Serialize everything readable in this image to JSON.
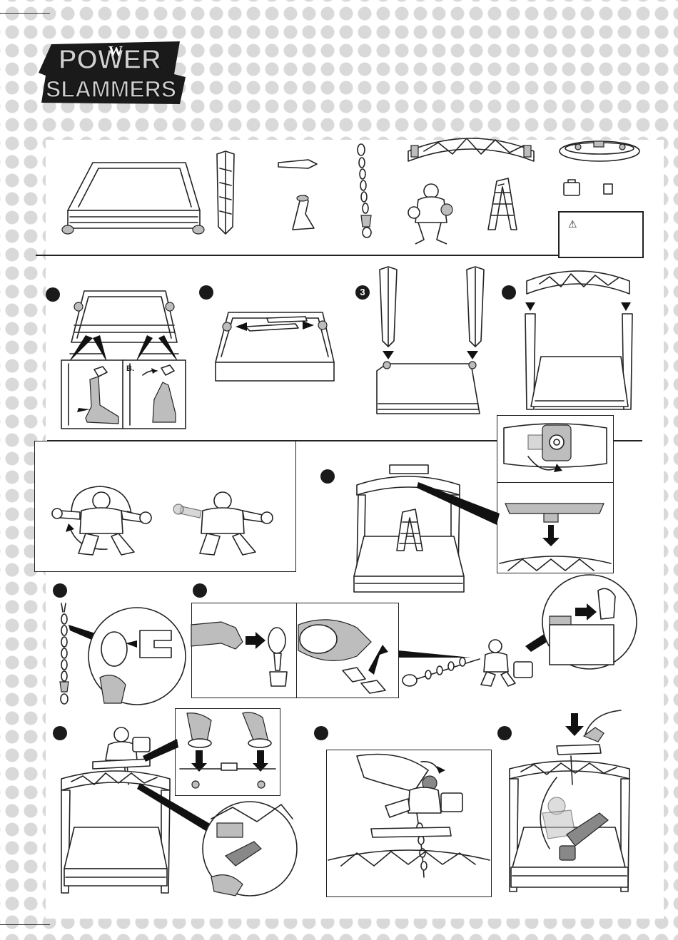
{
  "logo": {
    "line1": "POWER",
    "line2": "SLAMMERS",
    "badge": "W"
  },
  "warning_icon": "warning-triangle-icon",
  "steps": {
    "s3": "3"
  },
  "labels": {
    "b": "B."
  },
  "colors": {
    "dots": "#d9d9d9",
    "ink": "#222222",
    "grey": "#bdbdbd"
  }
}
